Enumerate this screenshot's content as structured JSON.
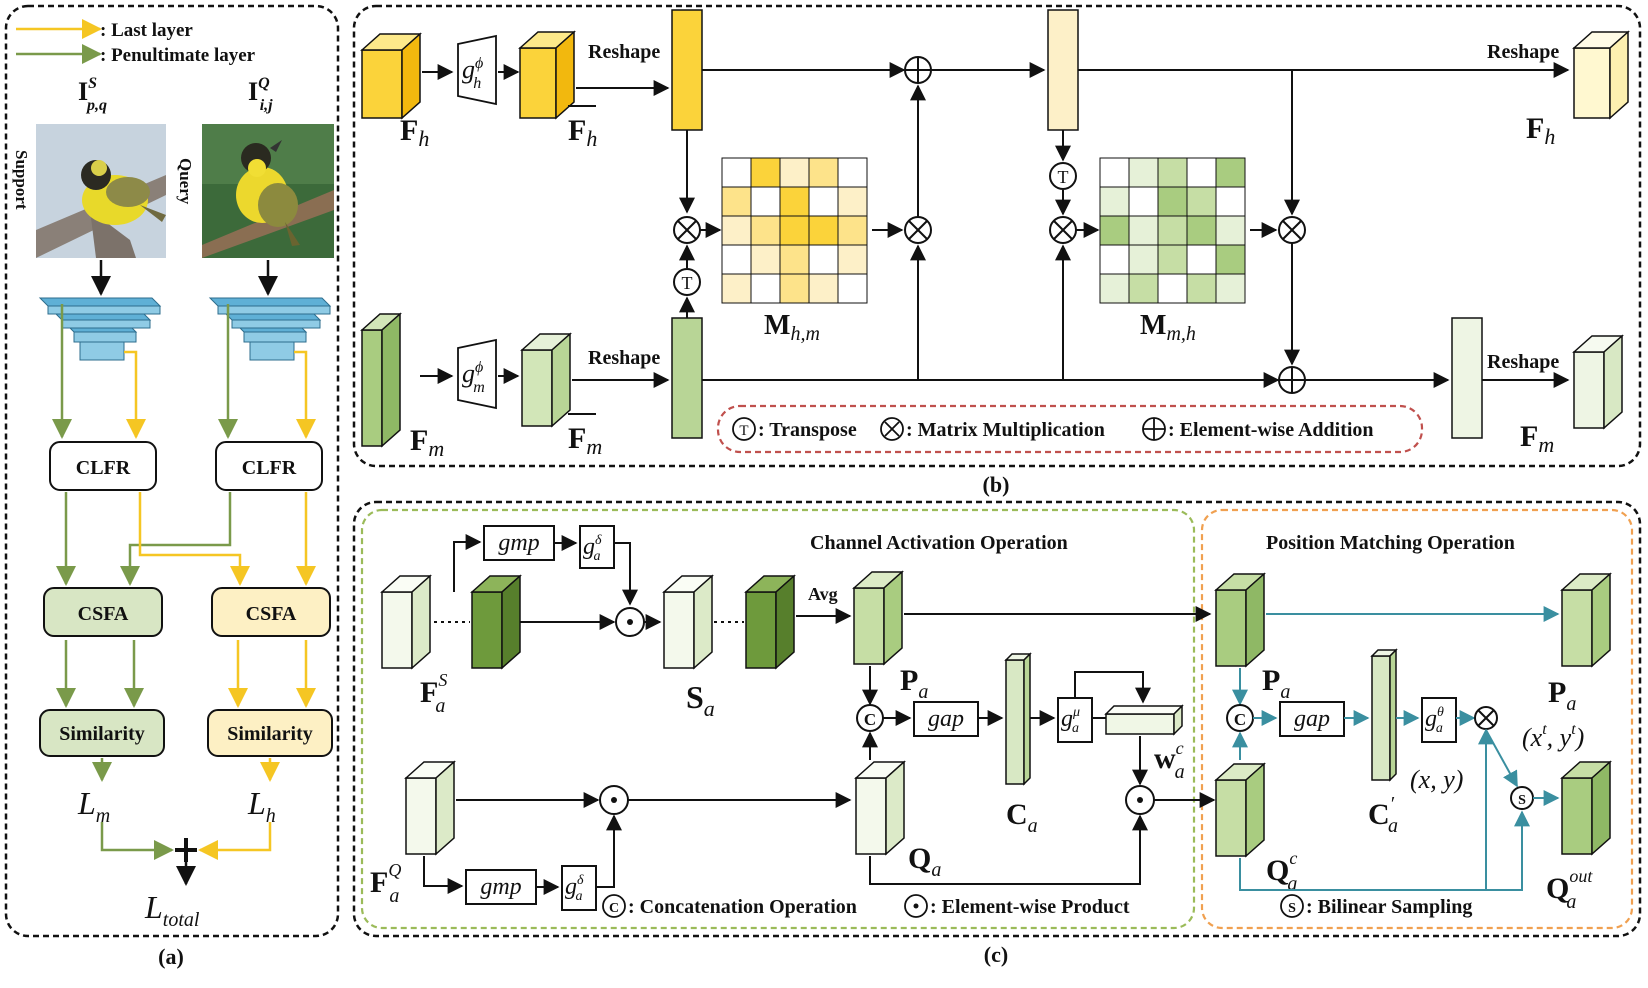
{
  "panel_a": {
    "legend_last": ": Last layer",
    "legend_penultimate": ": Penultimate layer",
    "support_img": "I",
    "support_sup": "S",
    "support_sub": "p,q",
    "query_img": "I",
    "query_sup": "Q",
    "query_sub": "i,j",
    "support_label": "Support",
    "query_label": "Query",
    "clfr": "CLFR",
    "csfa": "CSFA",
    "similarity": "Similarity",
    "loss_m": "L",
    "loss_m_sub": "m",
    "loss_h": "L",
    "loss_h_sub": "h",
    "loss_total": "L",
    "loss_total_sub": "total",
    "caption": "(a)",
    "colors": {
      "last": "#f5c623",
      "penultimate": "#7a9a4a"
    }
  },
  "panel_b": {
    "reshape": "Reshape",
    "fh": "F",
    "fh_sub": "h",
    "fm": "F",
    "fm_sub": "m",
    "g": "g",
    "g_sup": "ϕ",
    "gh_sub": "h",
    "gm_sub": "m",
    "mhm": "M",
    "mhm_sub": "h,m",
    "mmh": "M",
    "mmh_sub": "m,h",
    "legend_transpose": ": Transpose",
    "legend_matmul": ": Matrix Multiplication",
    "legend_add": ": Element-wise Addition",
    "transpose_glyph": "T",
    "caption": "(b)"
  },
  "panel_c": {
    "channel_title": "Channel Activation Operation",
    "position_title": "Position Matching Operation",
    "gmp": "gmp",
    "gap": "gap",
    "avg": "Avg",
    "g": "g",
    "a_sub": "a",
    "delta": "δ",
    "mu": "μ",
    "theta": "θ",
    "fs": "F",
    "fs_sup": "S",
    "fq": "F",
    "fq_sup": "Q",
    "sa": "S",
    "pa": "P",
    "qa": "Q",
    "ca": "C",
    "ca_prime": "C",
    "prime": "′",
    "wa": "w",
    "wa_sup": "c",
    "qac": "Q",
    "qac_sup": "c",
    "qout": "Q",
    "qout_sup": "out",
    "xy": "(x, y)",
    "xtyt": "(x",
    "xtyt_sup": "t",
    "xtyt_mid": ", y",
    "xtyt_end": ")",
    "legend_concat": ": Concatenation Operation",
    "legend_product": ": Element-wise Product",
    "legend_bilinear": ": Bilinear Sampling",
    "concat_glyph": "C",
    "sampling_glyph": "S",
    "caption": "(c)"
  }
}
